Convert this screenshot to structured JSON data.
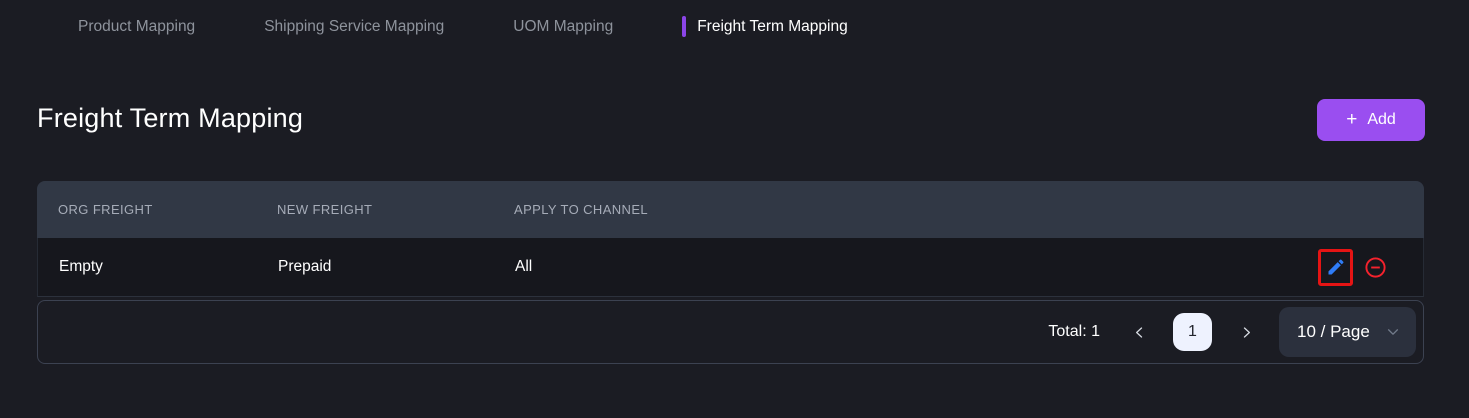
{
  "tabs": {
    "items": [
      {
        "label": "Product Mapping",
        "active": false
      },
      {
        "label": "Shipping Service Mapping",
        "active": false
      },
      {
        "label": "UOM Mapping",
        "active": false
      },
      {
        "label": "Freight Term Mapping",
        "active": true
      }
    ]
  },
  "page": {
    "title": "Freight Term Mapping"
  },
  "toolbar": {
    "add_label": "Add",
    "plus_icon": "+"
  },
  "table": {
    "columns": [
      "ORG FREIGHT",
      "NEW FREIGHT",
      "APPLY TO CHANNEL"
    ],
    "rows": [
      {
        "org_freight": "Empty",
        "new_freight": "Prepaid",
        "apply_to_channel": "All"
      }
    ],
    "row_actions": [
      "edit",
      "delete"
    ]
  },
  "pagination": {
    "total_label": "Total: 1",
    "current_page": "1",
    "page_size_label": "10 / Page"
  },
  "icons": {
    "edit": "pencil-icon",
    "delete": "minus-circle-icon",
    "prev": "chevron-left-icon",
    "next": "chevron-right-icon",
    "page_size": "chevron-down-icon"
  },
  "colors": {
    "background": "#1b1c23",
    "accent_purple": "#9a4ef0",
    "tab_indicator_purple": "#8b45e8",
    "table_header_bg": "#313845",
    "edit_icon_blue": "#2f7cf6",
    "delete_icon_red": "#f5222d",
    "annotation_highlight_red": "#e51414",
    "page_number_bg": "#eef2fe"
  }
}
